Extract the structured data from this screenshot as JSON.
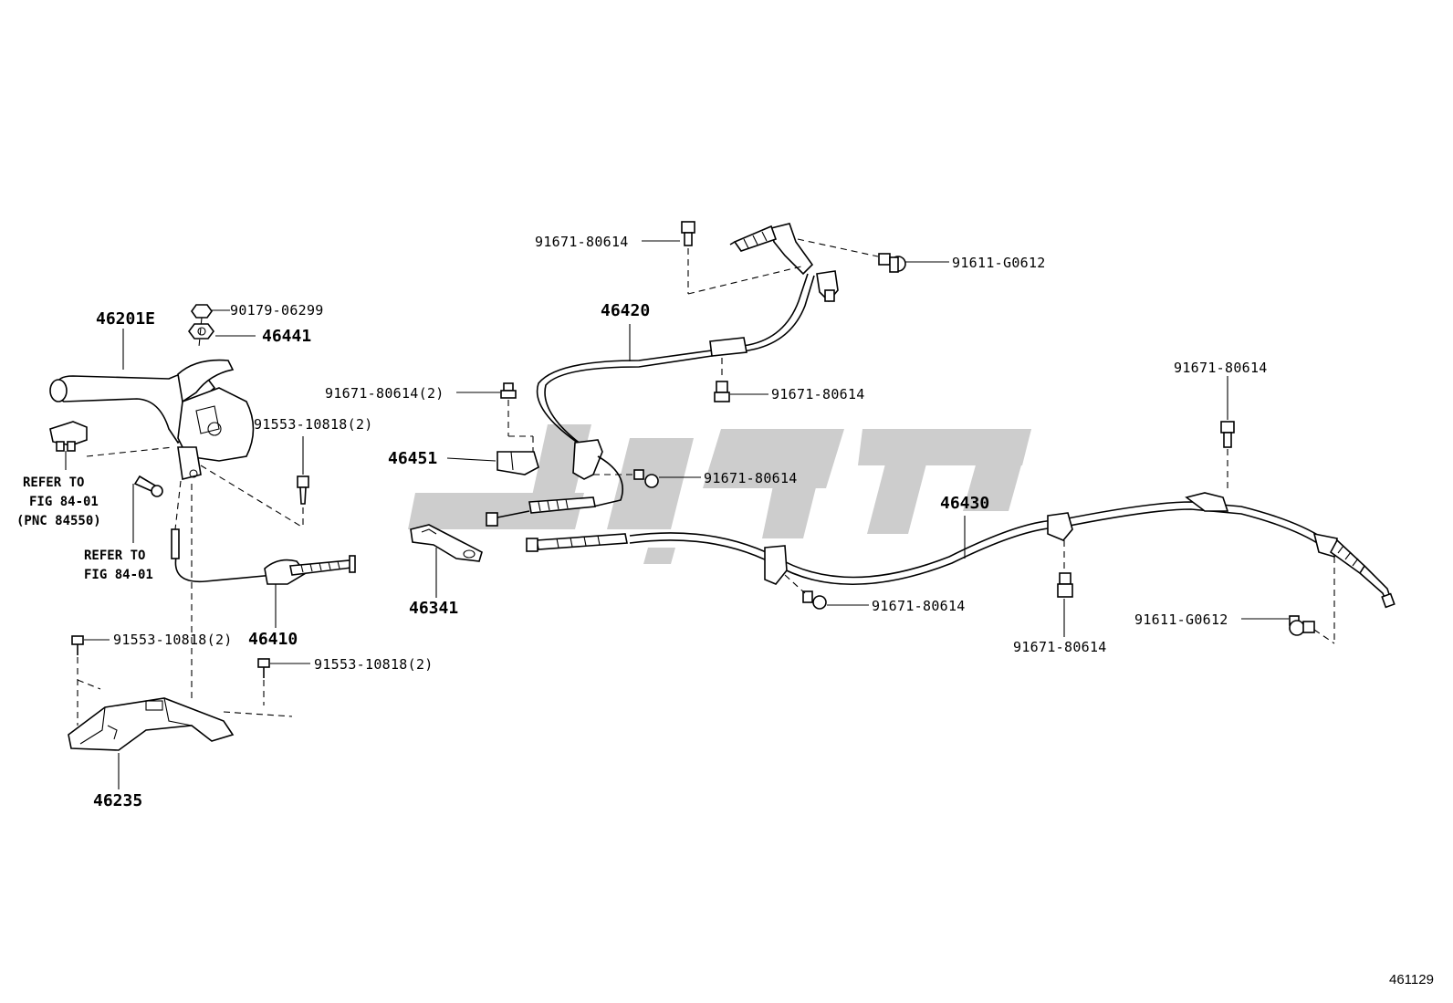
{
  "diagram": {
    "id": "461129",
    "colors": {
      "ink": "#000000",
      "background": "#ffffff",
      "watermark": "#bfbfbf"
    }
  },
  "parts": {
    "p46201E": "46201E",
    "p90179": "90179-06299",
    "p46441": "46441",
    "p91553_a": "91553-10818(2)",
    "ref1_line1": "REFER TO",
    "ref1_line2": "FIG 84-01",
    "ref1_line3": "(PNC 84550)",
    "ref2_line1": "REFER TO",
    "ref2_line2": "FIG 84-01",
    "p46410": "46410",
    "p91553_b": "91553-10818(2)",
    "p91553_c": "91553-10818(2)",
    "p46235": "46235",
    "p91671_top": "91671-80614",
    "p91611_top": "91611-G0612",
    "p46420": "46420",
    "p91671_x2": "91671-80614(2)",
    "p91671_mid": "91671-80614",
    "p46451": "46451",
    "p91671_clip": "91671-80614",
    "p46341": "46341",
    "p46430": "46430",
    "p91671_right": "91671-80614",
    "p91671_low": "91671-80614",
    "p91671_low2": "91671-80614",
    "p91611_right": "91611-G0612"
  }
}
